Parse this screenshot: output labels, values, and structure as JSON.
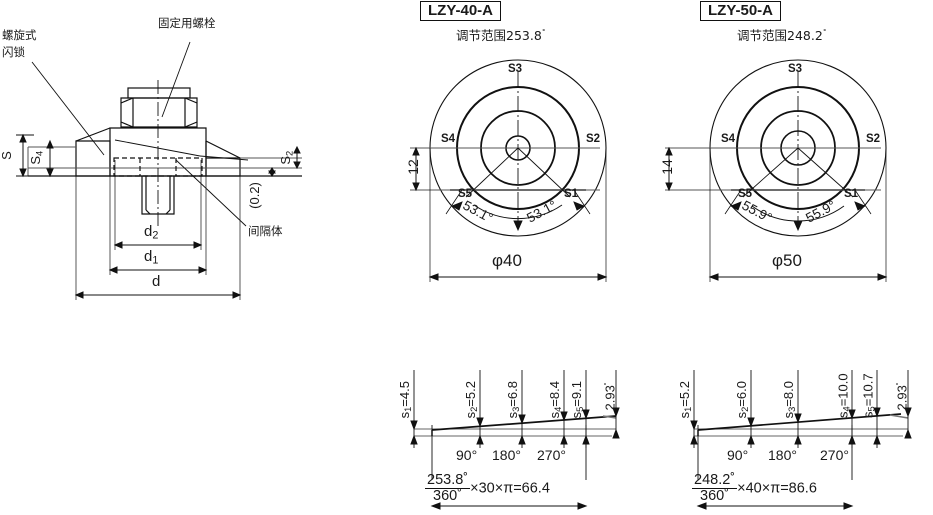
{
  "figure": {
    "title_left_section": "",
    "annotations_left": [
      {
        "id": "spiral-latch",
        "label": "螺旋式\n闪锁",
        "line1": "螺旋式",
        "line2": "闪锁"
      },
      {
        "id": "fixing-bolt",
        "label": "固定用螺栓"
      },
      {
        "id": "spacer",
        "label": "间隔体"
      }
    ],
    "dimensions_left": [
      {
        "id": "s",
        "label": "S"
      },
      {
        "id": "s4",
        "label": "S",
        "sub": "4"
      },
      {
        "id": "s2",
        "label": "S",
        "sub": "2"
      },
      {
        "id": "gap",
        "label": "(0.2)"
      },
      {
        "id": "d2",
        "label": "d",
        "sub": "2"
      },
      {
        "id": "d1",
        "label": "d",
        "sub": "1"
      },
      {
        "id": "d",
        "label": "d"
      }
    ]
  },
  "parts": [
    {
      "key": "lzy40",
      "part_number": "LZY-40-A",
      "adjust_range_label": "调节范围253.8",
      "adjust_range_degree": "˚",
      "adjust_range_value": "253.8",
      "outer_diameter": "φ40",
      "offset_dim": "12",
      "angle_left": "53.1",
      "angle_right": "53.1",
      "angle_unit": "°",
      "markers": [
        "S1",
        "S2",
        "S3",
        "S4",
        "S5"
      ],
      "marker_labels": {
        "s1": "S1",
        "s2": "S2",
        "s3": "S3",
        "s4": "S4",
        "s5": "S5"
      },
      "ramp": {
        "steps": [
          {
            "label": "s",
            "sub": "1",
            "eq": "=4.5",
            "value": 4.5
          },
          {
            "label": "s",
            "sub": "2",
            "eq": "=5.2",
            "value": 5.2
          },
          {
            "label": "s",
            "sub": "3",
            "eq": "=6.8",
            "value": 6.8
          },
          {
            "label": "s",
            "sub": "4",
            "eq": "=8.4",
            "value": 8.4
          },
          {
            "label": "s",
            "sub": "5",
            "eq": "=9.1",
            "value": 9.1
          }
        ],
        "lead_angle": "2.93",
        "lead_angle_unit": "˚",
        "axis_ticks": [
          "90°",
          "180°",
          "270°"
        ],
        "formula_num": "253.8˚",
        "formula_den": "360˚",
        "formula_tail": "×30×π=66.4",
        "formula_multiplier": "30",
        "formula_result": "66.4"
      }
    },
    {
      "key": "lzy50",
      "part_number": "LZY-50-A",
      "adjust_range_label": "调节范围248.2",
      "adjust_range_degree": "˚",
      "adjust_range_value": "248.2",
      "outer_diameter": "φ50",
      "offset_dim": "14",
      "angle_left": "55.9",
      "angle_right": "55.9",
      "angle_unit": "°",
      "markers": [
        "S1",
        "S2",
        "S3",
        "S4",
        "S5"
      ],
      "marker_labels": {
        "s1": "S1",
        "s2": "S2",
        "s3": "S3",
        "s4": "S4",
        "s5": "S5"
      },
      "ramp": {
        "steps": [
          {
            "label": "s",
            "sub": "1",
            "eq": "=5.2",
            "value": 5.2
          },
          {
            "label": "s",
            "sub": "2",
            "eq": "=6.0",
            "value": 6.0
          },
          {
            "label": "s",
            "sub": "3",
            "eq": "=8.0",
            "value": 8.0
          },
          {
            "label": "s",
            "sub": "4",
            "eq": "=10.0",
            "value": 10.0
          },
          {
            "label": "s",
            "sub": "5",
            "eq": "=10.7",
            "value": 10.7
          }
        ],
        "lead_angle": "2.93",
        "lead_angle_unit": "˚",
        "axis_ticks": [
          "90°",
          "180°",
          "270°"
        ],
        "formula_num": "248.2˚",
        "formula_den": "360˚",
        "formula_tail": "×40×π=86.6",
        "formula_multiplier": "40",
        "formula_result": "86.6"
      }
    }
  ],
  "colors": {
    "line": "#111111",
    "thin": "#444444",
    "bg": "#ffffff"
  }
}
